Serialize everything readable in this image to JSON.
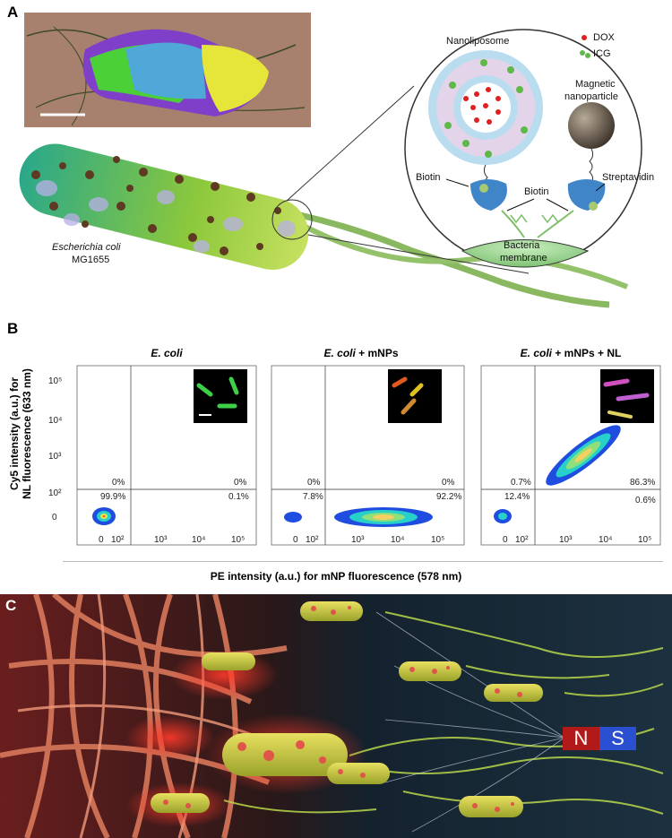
{
  "panels": {
    "a": "A",
    "b": "B",
    "c": "C"
  },
  "panel_a": {
    "nanoliposome": "Nanoliposome",
    "dox": "DOX",
    "icg": "ICG",
    "magnetic_line1": "Magnetic",
    "magnetic_line2": "nanoparticle",
    "biotin_left": "Biotin",
    "biotin_center": "Biotin",
    "streptavidin": "Streptavidin",
    "membrane_line1": "Bacteria",
    "membrane_line2": "membrane",
    "ecoli_line1": "Escherichia coli",
    "ecoli_line2": "MG1655"
  },
  "panel_b": {
    "plots": [
      {
        "title_italic": "E. coli",
        "title_rest": "",
        "q_ul": "0%",
        "q_ur": "0%",
        "q_ll": "99.9%",
        "q_lr": "0.1%"
      },
      {
        "title_italic": "E. coli",
        "title_rest": " + mNPs",
        "q_ul": "0%",
        "q_ur": "0%",
        "q_ll": "7.8%",
        "q_lr": "92.2%"
      },
      {
        "title_italic": "E. coli",
        "title_rest": " + mNPs + NL",
        "q_ul": "0.7%",
        "q_ur": "86.3%",
        "q_ll": "12.4%",
        "q_lr": "0.6%"
      }
    ],
    "y_ticks": [
      "10⁵",
      "10⁴",
      "10³",
      "10²",
      "0"
    ],
    "x_ticks": [
      "0",
      "10²",
      "10³",
      "10⁴",
      "10⁵"
    ],
    "y_title_line1": "Cy5  intensity (a.u.) for",
    "y_title_line2": "NL fluorescence (633 nm)",
    "x_title": "PE intensity (a.u.) for mNP fluorescence (578 nm)"
  },
  "panel_c": {
    "magnet_n": "N",
    "magnet_s": "S"
  },
  "colors": {
    "liposome": "#9fc6dc",
    "dox": "#e02020",
    "icg": "#5fb84a",
    "bacteria_green": "#6db63c",
    "membrane": "#78c070",
    "contour_blue": "#1e4de0",
    "magnet_n": "#b21a1a",
    "magnet_s": "#2a4fd0"
  }
}
